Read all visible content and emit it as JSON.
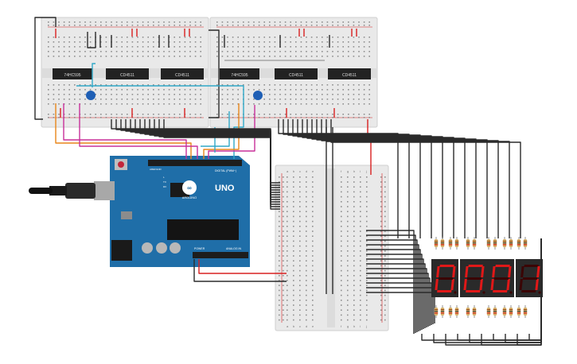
{
  "breadboard_top": {
    "chips": [
      "74HC595",
      "CD4511",
      "CD4511",
      "74HC595",
      "CD4511",
      "CD4511"
    ]
  },
  "arduino": {
    "brand": "UNO",
    "logo_text": "ARDUINO",
    "digital_label": "DIGITAL (PWM~)",
    "power_label": "POWER",
    "analog_label": "ANALOG IN",
    "tx_label": "TX",
    "rx_label": "RX",
    "led_label": "L",
    "aref_label": "AREF",
    "gnd_label": "GND"
  },
  "breadboard_small": {
    "columns_left": [
      "a",
      "b",
      "c",
      "d",
      "e"
    ],
    "columns_right": [
      "f",
      "g",
      "h",
      "i",
      "j"
    ]
  },
  "display": {
    "digits": [
      "0",
      "0",
      "0",
      "1"
    ],
    "segment_on": "#e01818",
    "segment_off": "#3a0505"
  },
  "colors": {
    "wire_black": "#2b2b2b",
    "wire_red": "#d82020",
    "wire_orange": "#e8861a",
    "wire_magenta": "#c8309a",
    "wire_cyan": "#30a8c8",
    "board_blue": "#1f6ea8"
  }
}
